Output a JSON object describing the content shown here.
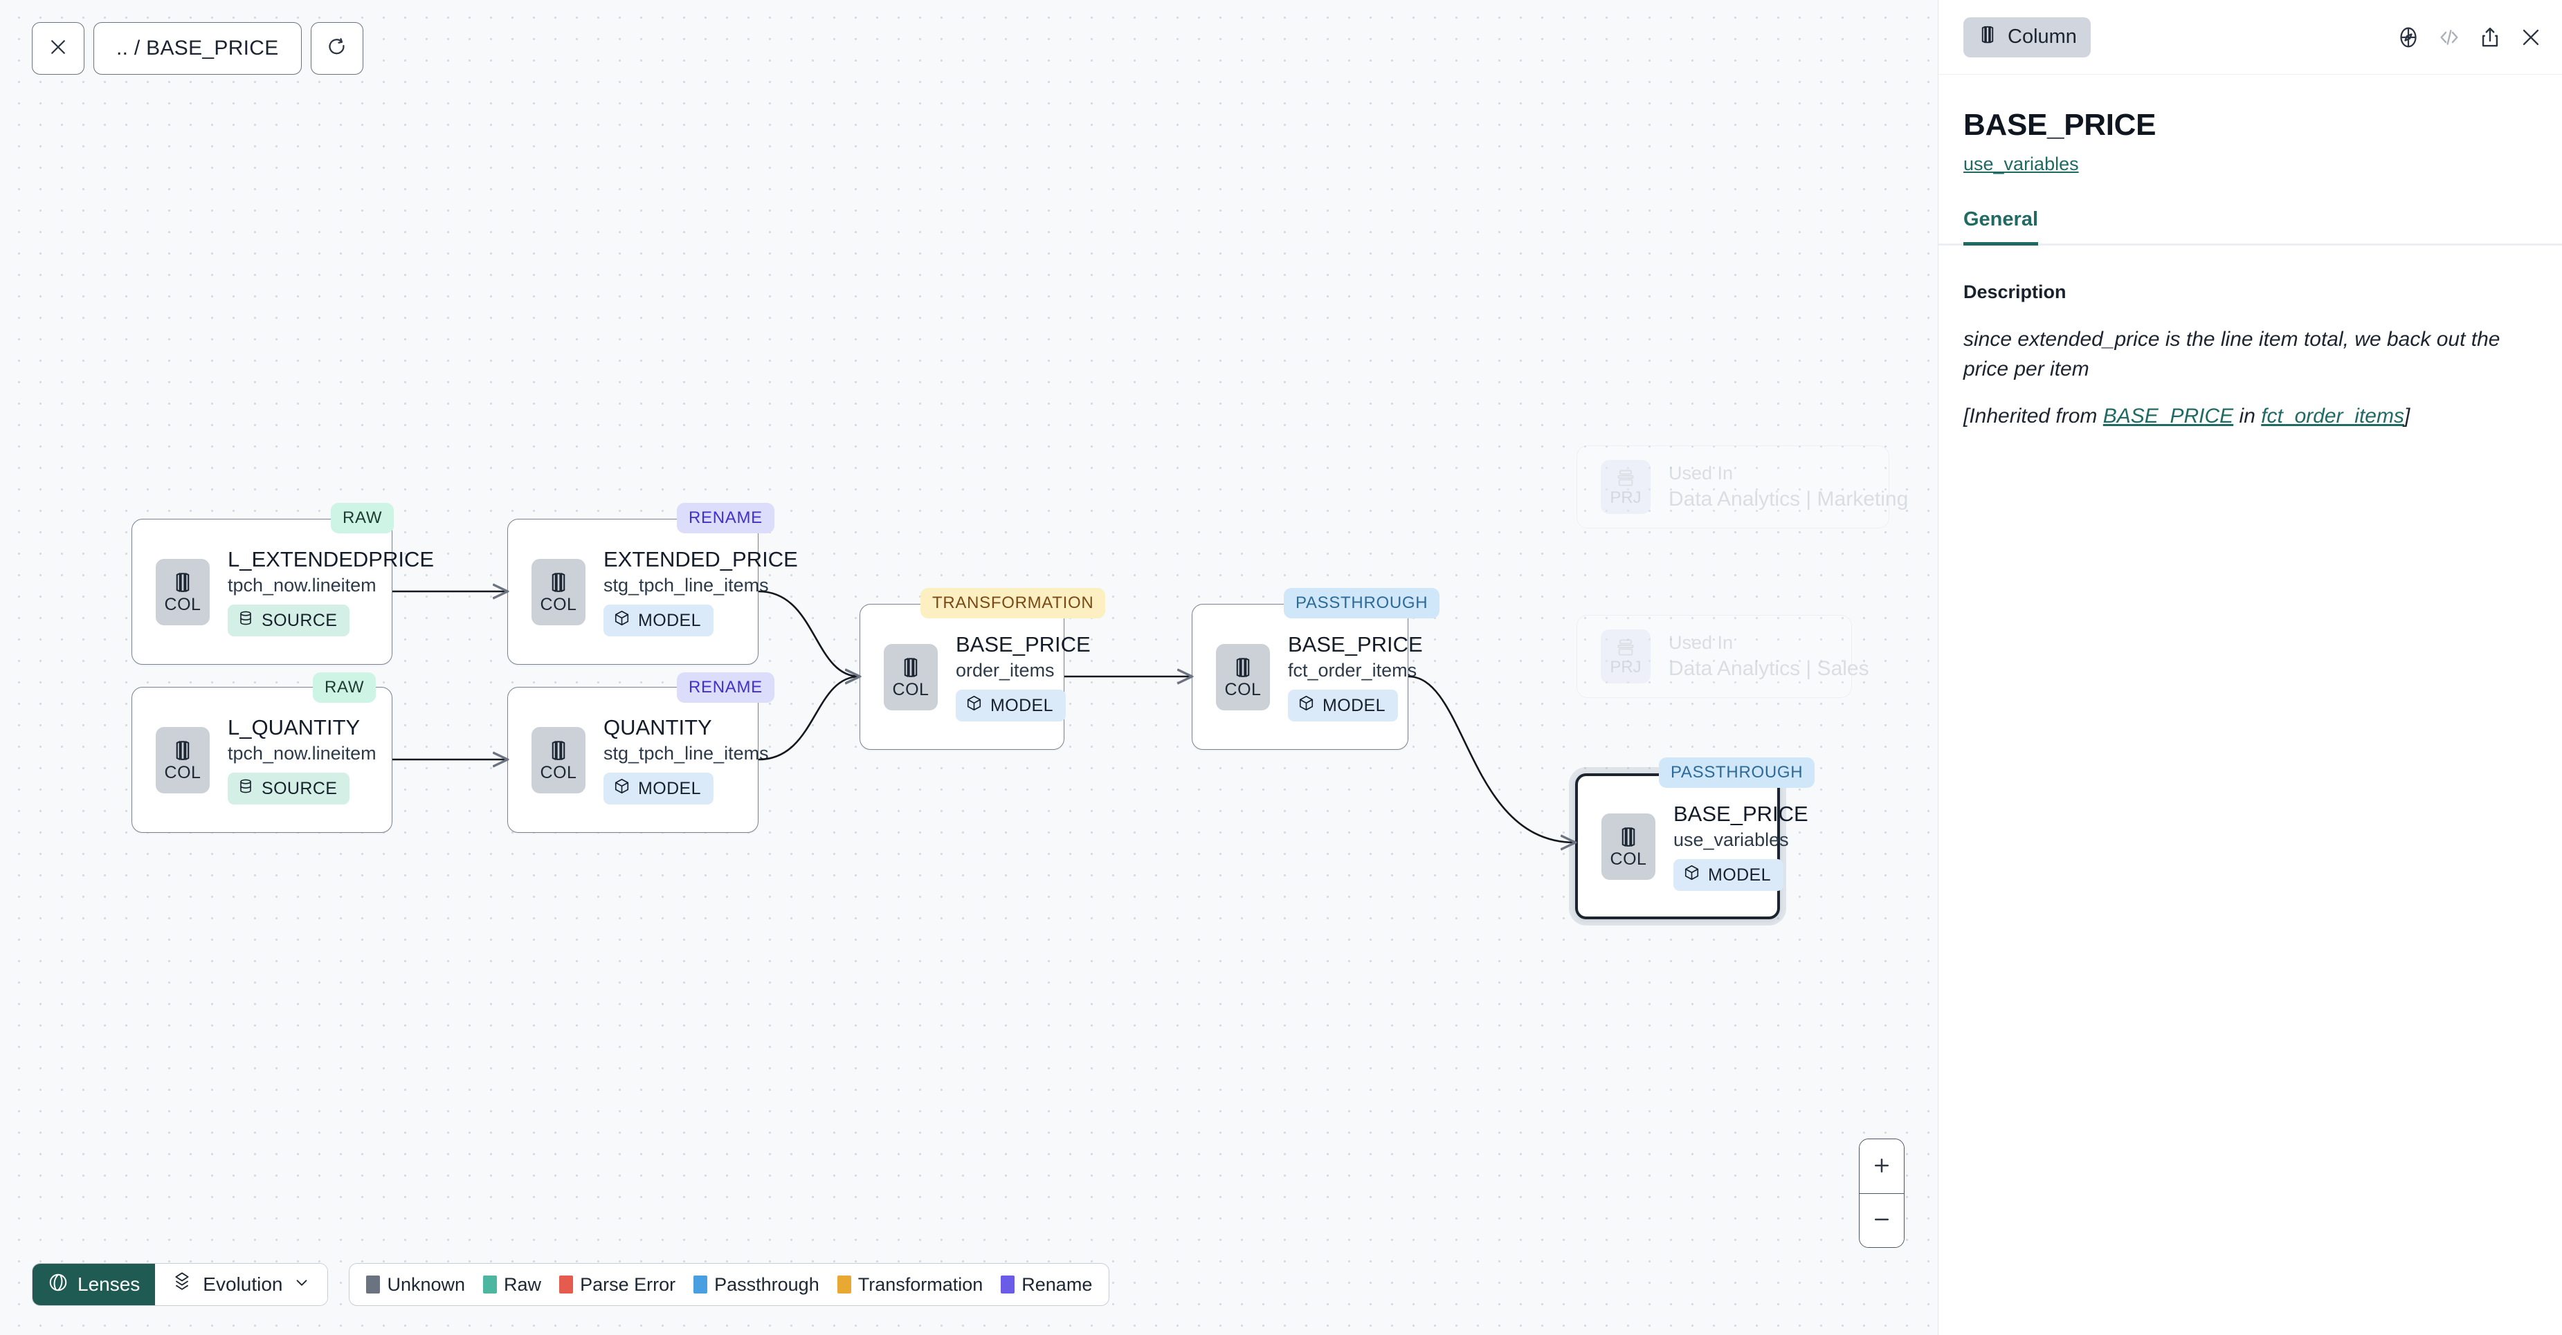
{
  "canvas": {
    "toolbar": {
      "close_icon": "close-icon",
      "breadcrumb": ".. / BASE_PRICE",
      "refresh_icon": "refresh-icon"
    },
    "nodes": [
      {
        "id": "l_extendedprice",
        "title": "L_EXTENDEDPRICE",
        "subtitle": "tpch_now.lineitem",
        "pill": "SOURCE",
        "pill_icon": "database-icon",
        "badge": "RAW",
        "icon_label": "COL",
        "selected": false
      },
      {
        "id": "l_quantity",
        "title": "L_QUANTITY",
        "subtitle": "tpch_now.lineitem",
        "pill": "SOURCE",
        "pill_icon": "database-icon",
        "badge": "RAW",
        "icon_label": "COL",
        "selected": false
      },
      {
        "id": "extended_price",
        "title": "EXTENDED_PRICE",
        "subtitle": "stg_tpch_line_items",
        "pill": "MODEL",
        "pill_icon": "cube-icon",
        "badge": "RENAME",
        "icon_label": "COL",
        "selected": false
      },
      {
        "id": "quantity",
        "title": "QUANTITY",
        "subtitle": "stg_tpch_line_items",
        "pill": "MODEL",
        "pill_icon": "cube-icon",
        "badge": "RENAME",
        "icon_label": "COL",
        "selected": false
      },
      {
        "id": "order_items",
        "title": "BASE_PRICE",
        "subtitle": "order_items",
        "pill": "MODEL",
        "pill_icon": "cube-icon",
        "badge": "TRANSFORMATION",
        "icon_label": "COL",
        "selected": false
      },
      {
        "id": "fct_order_items",
        "title": "BASE_PRICE",
        "subtitle": "fct_order_items",
        "pill": "MODEL",
        "pill_icon": "cube-icon",
        "badge": "PASSTHROUGH",
        "icon_label": "COL",
        "selected": false
      },
      {
        "id": "use_variables",
        "title": "BASE_PRICE",
        "subtitle": "use_variables",
        "pill": "MODEL",
        "pill_icon": "cube-icon",
        "badge": "PASSTHROUGH",
        "icon_label": "COL",
        "selected": true
      }
    ],
    "used_in": [
      {
        "id": "marketing",
        "label": "Used In",
        "name": "Data Analytics | Marketing",
        "icon_label": "PRJ"
      },
      {
        "id": "sales",
        "label": "Used In",
        "name": "Data Analytics | Sales",
        "icon_label": "PRJ"
      }
    ],
    "bottom": {
      "lenses_label": "Lenses",
      "lenses_icon": "aperture-icon",
      "evolution_label": "Evolution",
      "evolution_icon": "layers-icon",
      "chevron_icon": "chevron-down-icon",
      "legend": [
        {
          "label": "Unknown",
          "color": "#6b7280"
        },
        {
          "label": "Raw",
          "color": "#4db6a0"
        },
        {
          "label": "Parse Error",
          "color": "#e55b4d"
        },
        {
          "label": "Passthrough",
          "color": "#4a9fe0"
        },
        {
          "label": "Transformation",
          "color": "#e8a832"
        },
        {
          "label": "Rename",
          "color": "#6b5ce8"
        }
      ]
    },
    "zoom_controls": {
      "zoom_in": "+",
      "zoom_out": "−"
    }
  },
  "panel": {
    "kind_chip": "Column",
    "kind_icon": "column-icon",
    "head_icons": [
      "compass-icon",
      "code-icon",
      "share-icon",
      "close-icon"
    ],
    "title": "BASE_PRICE",
    "link": "use_variables",
    "tabs": [
      {
        "label": "General",
        "active": true
      }
    ],
    "description_label": "Description",
    "description_text": "since extended_price is the line item total, we back out the price per item",
    "inherited_prefix": "[Inherited from ",
    "inherited_link_1": "BASE_PRICE",
    "inherited_mid": " in ",
    "inherited_link_2": "fct_order_items",
    "inherited_suffix": "]"
  },
  "colors": {
    "accent_teal": "#1f6a63",
    "canvas_bg": "#f7f9fb",
    "selected_border": "#1c2430"
  }
}
